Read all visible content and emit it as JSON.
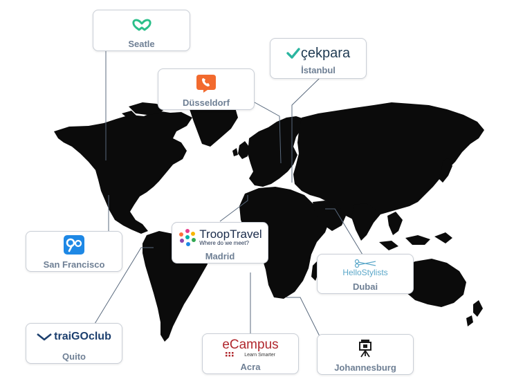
{
  "locations": [
    {
      "city": "Seatle",
      "logo": "heart-links-icon"
    },
    {
      "city": "İstanbul",
      "logo_text": "çekpara",
      "logo": "checkmark-icon"
    },
    {
      "city": "Düsseldorf",
      "logo": "phone-speech-bubble-icon"
    },
    {
      "city": "San Francisco",
      "logo": "infinity-connect-icon"
    },
    {
      "city": "Madrid",
      "logo_text": "TroopTravel",
      "logo_tagline": "Where do we meet?",
      "logo": "starburst-people-icon"
    },
    {
      "city": "Dubai",
      "logo_text": "HelloStylists",
      "logo": "scissors-icon"
    },
    {
      "city": "Quito",
      "logo_text": "traiGOclub",
      "logo": "chevron-arrow-icon"
    },
    {
      "city": "Acra",
      "logo_text": "eCampus",
      "logo_tagline": "Learn Smarter",
      "logo": "grid-dots-icon"
    },
    {
      "city": "Johannesburg",
      "logo": "easel-icon"
    }
  ],
  "colors": {
    "land": "#0b0b0b",
    "connector": "#5a6a7e",
    "city_text": "#6e7f94",
    "card_border": "#c9ced6",
    "seatle_brand": "#2bbf8a",
    "cekpara_check": "#2bb5a0",
    "cekpara_text": "#1f3a52",
    "dusseldorf_brand": "#f26a2e",
    "sf_brand": "#1e88e5",
    "quito_brand": "#1c3f6e",
    "ecampus_brand": "#b0272d",
    "hello_brand": "#5aa7c9",
    "troop_brand": "#1a2b4a"
  }
}
